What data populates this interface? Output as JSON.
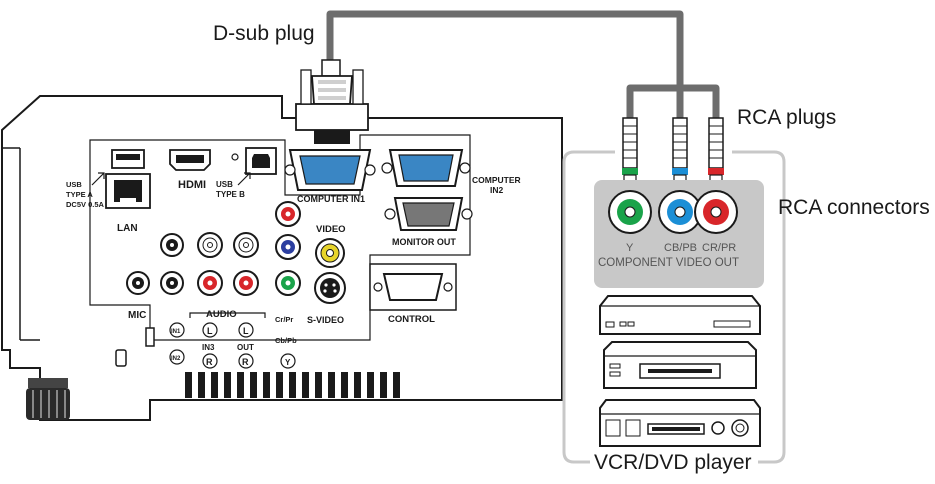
{
  "callouts": {
    "dsub_plug": "D-sub plug",
    "rca_plugs": "RCA plugs",
    "rca_connectors": "RCA connectors",
    "player": "VCR/DVD player"
  },
  "projector_labels": {
    "usb_type_a_1": "USB",
    "usb_type_a_2": "TYPE A",
    "usb_type_a_3": "DC5V 0.5A",
    "hdmi": "HDMI",
    "usb_type_b_1": "USB",
    "usb_type_b_2": "TYPE B",
    "lan": "LAN",
    "computer_in1": "COMPUTER IN1",
    "computer_in2_1": "COMPUTER",
    "computer_in2_2": "IN2",
    "monitor_out": "MONITOR OUT",
    "video": "VIDEO",
    "s_video": "S-VIDEO",
    "control": "CONTROL",
    "mic": "MIC",
    "audio": "AUDIO",
    "in1": "IN1",
    "in2": "IN2",
    "l_in": "L",
    "r_in": "R",
    "in3": "IN3",
    "l_out": "L",
    "r_out": "R",
    "out": "OUT",
    "cr_pr": "Cr/Pr",
    "cb_pb": "Cb/Pb",
    "y": "Y"
  },
  "component_panel": {
    "y": "Y",
    "cb_pb": "CB/PB",
    "cr_pr": "CR/PR",
    "title": "COMPONENT VIDEO OUT"
  },
  "colors": {
    "cable": "#6d6d6d",
    "green": "#1aa34a",
    "blue": "#1c8fd6",
    "red": "#d8262a",
    "panel_gray": "#c8c8c8",
    "outline": "#1a1a1a"
  }
}
